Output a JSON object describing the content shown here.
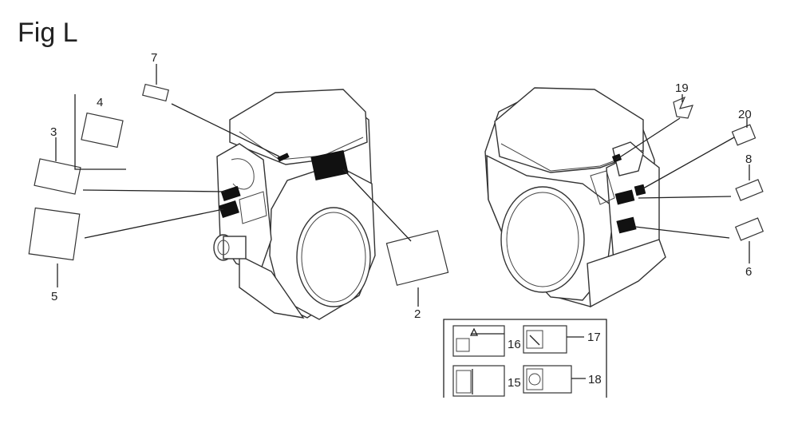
{
  "figure": {
    "title": "Fig L"
  },
  "callouts": {
    "c2": "2",
    "c3": "3",
    "c4": "4",
    "c5": "5",
    "c6": "6",
    "c7": "7",
    "c8": "8",
    "c15": "15",
    "c16": "16",
    "c17": "17",
    "c18": "18",
    "c19": "19",
    "c20": "20"
  },
  "colors": {
    "line": "#222222",
    "background": "#ffffff",
    "decal_fill": "#111111"
  }
}
